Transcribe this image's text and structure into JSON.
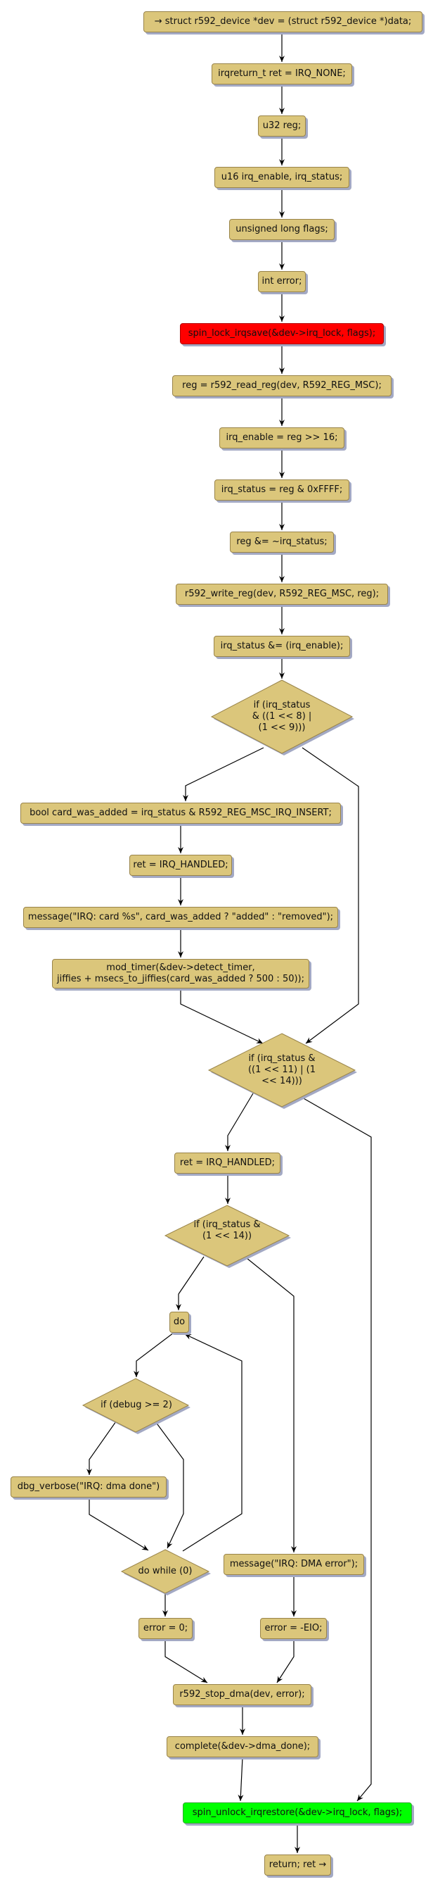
{
  "colors": {
    "node_fill": "#dbc67b",
    "node_border": "#99844a",
    "shadow": "#a3a9c4",
    "lock_fill": "#ff0000",
    "unlock_fill": "#00ff00",
    "edge": "#000000"
  },
  "nodes": {
    "n_start": "→ struct r592_device *dev = (struct r592_device *)data;",
    "n_ret": "irqreturn_t ret = IRQ_NONE;",
    "n_reg": "u32 reg;",
    "n_u16": "u16 irq_enable, irq_status;",
    "n_flags": "unsigned long flags;",
    "n_error": "int error;",
    "n_lock": "spin_lock_irqsave(&dev->irq_lock, flags);",
    "n_read": "reg = r592_read_reg(dev, R592_REG_MSC);",
    "n_enable": "irq_enable = reg >> 16;",
    "n_status": "irq_status = reg & 0xFFFF;",
    "n_clear": "reg &= ~irq_status;",
    "n_write": "r592_write_reg(dev, R592_REG_MSC, reg);",
    "n_mask": "irq_status &= (irq_enable);",
    "d_card": "if (irq_status\n& ((1 << 8) |\n(1 << 9)))",
    "n_added": "bool card_was_added = irq_status & R592_REG_MSC_IRQ_INSERT;",
    "n_handled1": "ret = IRQ_HANDLED;",
    "n_msg_card": "message(\"IRQ: card %s\", card_was_added ? \"added\" : \"removed\");",
    "n_timer": "mod_timer(&dev->detect_timer,\njiffies + msecs_to_jiffies(card_was_added ? 500 : 50));",
    "d_dma": "if (irq_status &\n((1 << 11) | (1\n<< 14)))",
    "n_handled2": "ret = IRQ_HANDLED;",
    "d_err": "if (irq_status &\n(1 << 14))",
    "n_do": "do",
    "d_debug": "if (debug >= 2)",
    "n_dbg": "dbg_verbose(\"IRQ: dma done\")",
    "d_while": "do while (0)",
    "n_msg_dma": "message(\"IRQ: DMA error\");",
    "n_err0": "error = 0;",
    "n_eio": "error = -EIO;",
    "n_stop": "r592_stop_dma(dev, error);",
    "n_complete": "complete(&dev->dma_done);",
    "n_unlock": "spin_unlock_irqrestore(&dev->irq_lock, flags);",
    "n_return": "return; ret →"
  }
}
